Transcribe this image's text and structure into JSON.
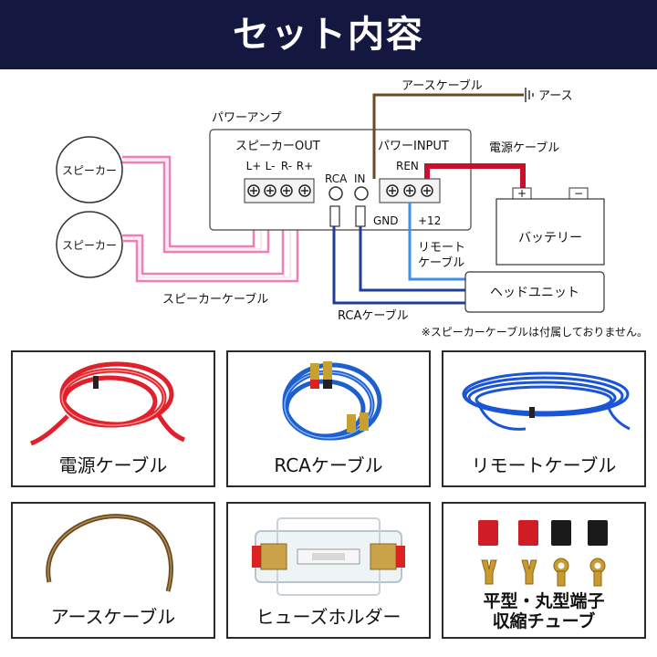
{
  "header": {
    "title": "セット内容"
  },
  "diagram": {
    "amp_label": "パワーアンプ",
    "speaker_out": "スピーカーOUT",
    "terminals": [
      "L+",
      "L-",
      "R-",
      "R+"
    ],
    "rca": "RCA",
    "in": "IN",
    "power_input": "パワーINPUT",
    "ren": "REN",
    "gnd": "GND",
    "plus12": "+12",
    "speaker_1": "スピーカー",
    "speaker_2": "スピーカー",
    "speaker_cable": "スピーカーケーブル",
    "rca_cable": "RCAケーブル",
    "remote_cable_1": "リモート",
    "remote_cable_2": "ケーブル",
    "earth_cable": "アースケーブル",
    "earth": "アース",
    "power_cable": "電源ケーブル",
    "battery": "バッテリー",
    "plus": "+",
    "minus": "−",
    "head_unit": "ヘッドユニット",
    "note": "※スピーカーケーブルは付属しておりません。",
    "colors": {
      "navy": "#14173f",
      "power_red": "#c8102e",
      "speaker_pink": "#f07fb8",
      "rca_blue": "#1f3d99",
      "remote_blue": "#3f8fe8",
      "earth_brown": "#6b4a1f"
    }
  },
  "items": [
    {
      "label": "電源ケーブル",
      "icon": "red-power-cable-photo"
    },
    {
      "label": "RCAケーブル",
      "icon": "blue-rca-cable-photo"
    },
    {
      "label": "リモートケーブル",
      "icon": "blue-remote-cable-photo"
    },
    {
      "label": "アースケーブル",
      "icon": "brown-earth-cable-photo"
    },
    {
      "label": "ヒューズホルダー",
      "icon": "fuse-holder-photo"
    },
    {
      "label_line1": "平型・丸型端子",
      "label_line2": "収縮チューブ",
      "icon": "terminals-and-heat-shrink-photo"
    }
  ]
}
